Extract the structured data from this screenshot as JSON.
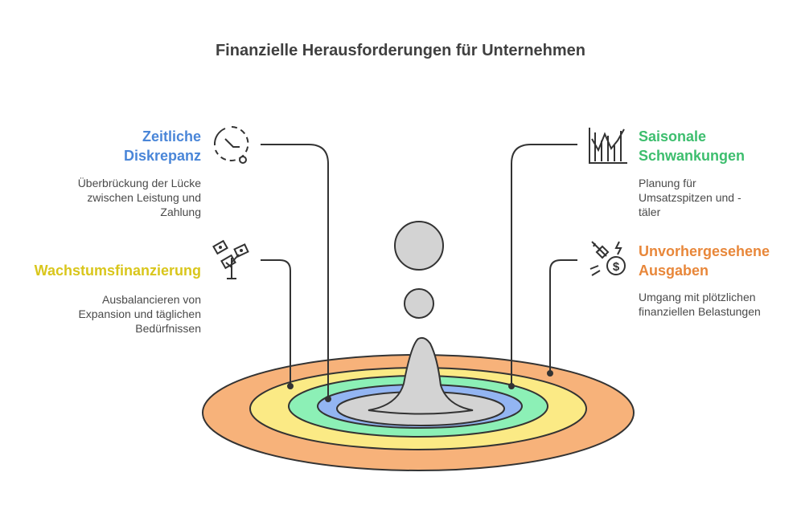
{
  "title": "Finanzielle Herausforderungen für Unternehmen",
  "items": [
    {
      "title": "Zeitliche Diskrepanz",
      "title_lines": [
        "Zeitliche",
        "Diskrepanz"
      ],
      "description": "Überbrückung der Lücke zwischen Leistung und Zahlung",
      "description_lines": [
        "Überbrückung der Lücke",
        "zwischen Leistung und",
        "Zahlung"
      ],
      "color": "#4A86D8",
      "icon": "clock-delay-icon"
    },
    {
      "title": "Wachstumsfinanzierung",
      "title_lines": [
        "Wachstumsfinanzierung"
      ],
      "description": "Ausbalancieren von Expansion und täglichen Bedürfnissen",
      "description_lines": [
        "Ausbalancieren von",
        "Expansion und täglichen",
        "Bedürfnissen"
      ],
      "color": "#D9C61C",
      "icon": "money-plant-icon"
    },
    {
      "title": "Saisonale Schwankungen",
      "title_lines": [
        "Saisonale",
        "Schwankungen"
      ],
      "description": "Planung für Umsatzspitzen und -täler",
      "description_lines": [
        "Planung für",
        "Umsatzspitzen und -",
        "täler"
      ],
      "color": "#3DBE6E",
      "icon": "fluctuation-chart-icon"
    },
    {
      "title": "Unvorhergesehene Ausgaben",
      "title_lines": [
        "Unvorhergesehene",
        "Ausgaben"
      ],
      "description": "Umgang mit plötzlichen finanziellen Belastungen",
      "description_lines": [
        "Umgang mit plötzlichen",
        "finanziellen Belastungen"
      ],
      "color": "#E8873A",
      "icon": "sudden-expense-icon"
    }
  ],
  "ring_colors": {
    "outer": "#F7B27A",
    "yellow": "#FBEA85",
    "green": "#8CF0B6",
    "blue": "#93B5F2",
    "center": "#D3D3D3"
  }
}
